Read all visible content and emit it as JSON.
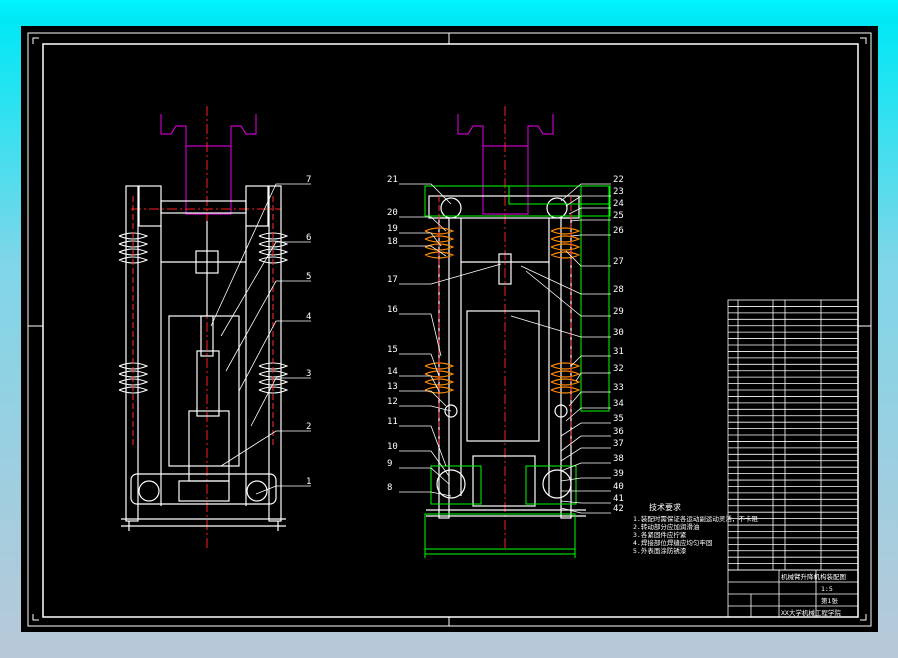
{
  "colors": {
    "outer_bg": "#00f5ff",
    "drawing_bg": "#000000",
    "line": "#ffffff",
    "magenta": "#c000c0",
    "center": "#ff2020",
    "green": "#00ff00",
    "orange": "#ff8c00",
    "red": "#ff3030"
  },
  "left_view": {
    "callouts": [
      "7",
      "6",
      "5",
      "4",
      "3",
      "2",
      "1"
    ]
  },
  "right_view": {
    "left_callouts": [
      "21",
      "20",
      "19",
      "18",
      "17",
      "16",
      "15",
      "14",
      "13",
      "12",
      "11",
      "10",
      "9",
      "8"
    ],
    "right_callouts": [
      "22",
      "23",
      "24",
      "25",
      "26",
      "27",
      "28",
      "29",
      "30",
      "31",
      "32",
      "33",
      "34",
      "35",
      "36",
      "37",
      "38",
      "39",
      "40",
      "41",
      "42"
    ]
  },
  "notes": {
    "heading": "技术要求",
    "lines": [
      "1.装配时需保证各运动副运动灵活，不卡阻",
      "2.转动部分应加润滑油",
      "3.各紧固件应拧紧",
      "4.焊接部位焊缝应均匀牢固",
      "5.外表面涂防锈漆"
    ]
  },
  "title_block": {
    "drawing_title": "机械臂升降机构装配图",
    "scale": "1:5",
    "sheet": "第1张",
    "school": "XX大学机械工程学院"
  }
}
